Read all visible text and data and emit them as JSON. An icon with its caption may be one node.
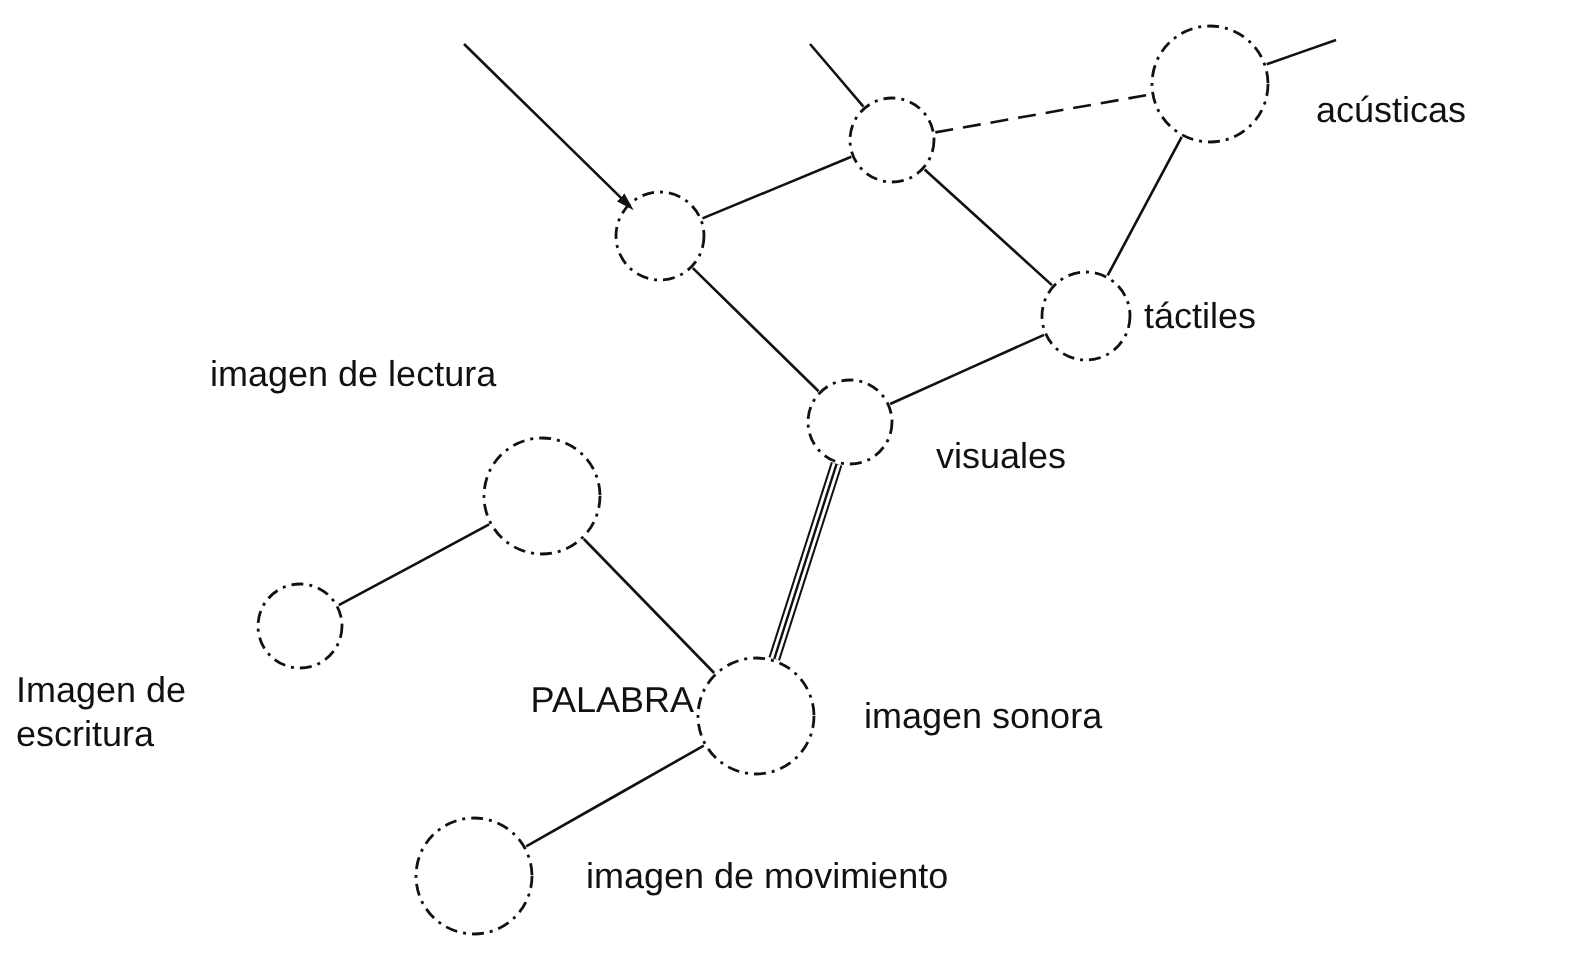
{
  "diagram": {
    "nodes": [
      {
        "text": [],
        "shape": "circle",
        "beside": [
          "acústicas"
        ]
      },
      {
        "text": [],
        "shape": "circle"
      },
      {
        "text": [],
        "shape": "circle"
      },
      {
        "text": [],
        "shape": "circle",
        "beside": [
          "táctiles"
        ]
      },
      {
        "text": [],
        "shape": "circle",
        "beside": [
          "visuales"
        ]
      },
      {
        "text": [],
        "shape": "circle",
        "beside": [
          "imagen de lectura"
        ]
      },
      {
        "text": [],
        "shape": "circle",
        "beside": [
          "Imagen de escritura"
        ]
      },
      {
        "text": [],
        "shape": "circle",
        "beside": [
          "PALABRA",
          "imagen sonora"
        ]
      },
      {
        "text": [],
        "shape": "circle",
        "beside": [
          "imagen de movimiento"
        ]
      }
    ],
    "edges": [
      {
        "from": null,
        "to": 2,
        "arrow": "to"
      },
      {
        "from": null,
        "to": 1,
        "arrow": "none"
      },
      {
        "from": 0,
        "to": null,
        "arrow": "none"
      },
      {
        "from": 2,
        "to": 1,
        "arrow": "none"
      },
      {
        "from": 1,
        "to": 0,
        "arrow": "none",
        "style": "dashed"
      },
      {
        "from": 0,
        "to": 3,
        "arrow": "none"
      },
      {
        "from": 1,
        "to": 3,
        "arrow": "none"
      },
      {
        "from": 2,
        "to": 4,
        "arrow": "none"
      },
      {
        "from": 3,
        "to": 4,
        "arrow": "none"
      },
      {
        "from": 4,
        "to": 7,
        "arrow": "none",
        "style": "thick"
      },
      {
        "from": 5,
        "to": 6,
        "arrow": "none"
      },
      {
        "from": 5,
        "to": 7,
        "arrow": "none"
      },
      {
        "from": 7,
        "to": 8,
        "arrow": "none"
      }
    ]
  }
}
